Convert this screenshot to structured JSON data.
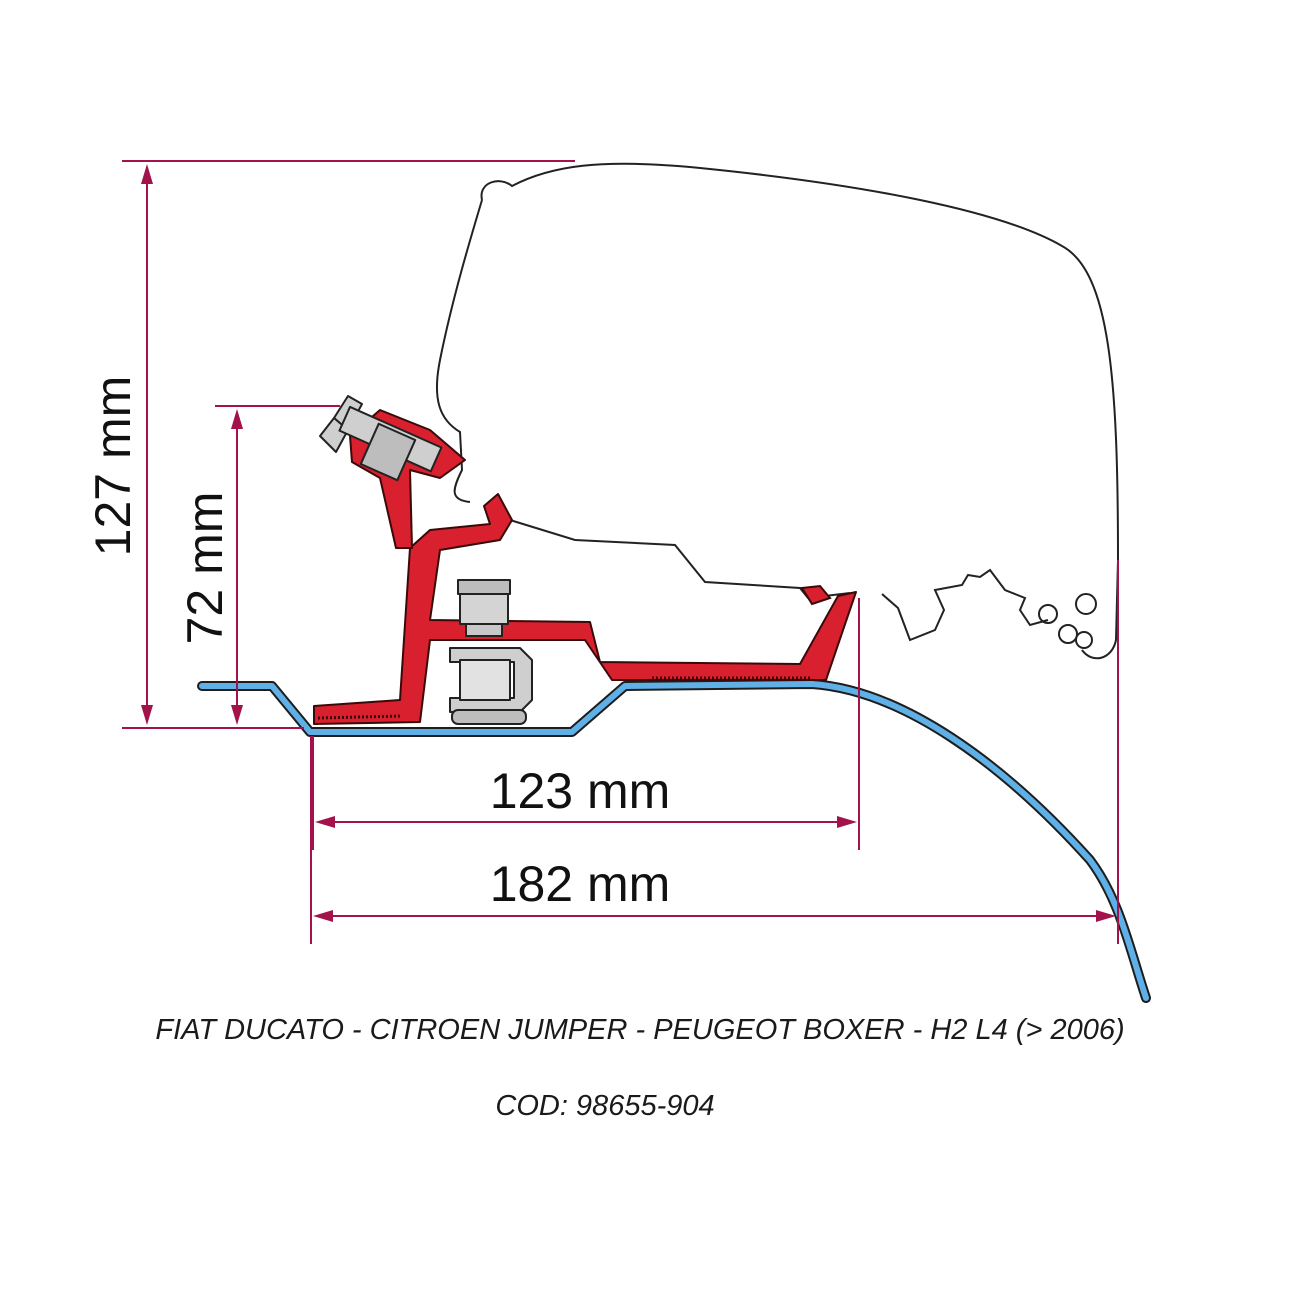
{
  "dimensions": {
    "total_height": "127 mm",
    "bracket_height": "72 mm",
    "inner_width": "123 mm",
    "total_width": "182 mm"
  },
  "caption": {
    "model": "FIAT DUCATO - CITROEN JUMPER - PEUGEOT BOXER - H2 L4 (> 2006)",
    "code": "COD: 98655-904"
  },
  "colors": {
    "dimension_lines": "#a3124a",
    "bracket": "#d8202f",
    "roof_profile": "#2f86c4",
    "awning_outline": "#222222"
  },
  "parts": [
    "awning-case",
    "adapter-bracket",
    "bolt",
    "clamp",
    "vehicle-roof"
  ]
}
